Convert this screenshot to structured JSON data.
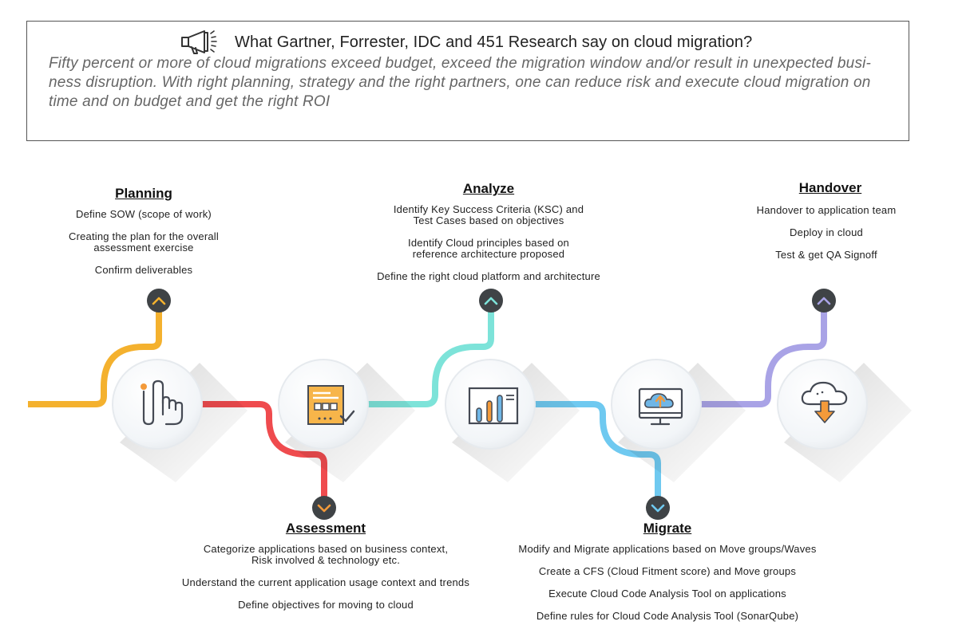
{
  "header": {
    "title": "What Gartner, Forrester, IDC and 451 Research say on cloud migration?",
    "quote_lines": [
      "Fifty percent or more of cloud migrations exceed budget, exceed the migration window and/or result in unexpected busi-",
      "ness disruption. With right planning, strategy and the right partners, one can reduce risk and execute cloud migration on",
      "time and on budget and get the right ROI"
    ]
  },
  "stages": {
    "planning": {
      "title": "Planning",
      "items": [
        [
          "Define SOW (scope of work)"
        ],
        [
          "Creating the plan for the overall",
          "assessment exercise"
        ],
        [
          "Confirm deliverables"
        ]
      ]
    },
    "assessment": {
      "title": "Assessment",
      "items": [
        [
          "Categorize applications based on business context,",
          "Risk involved & technology etc."
        ],
        [
          "Understand the current application usage context and trends"
        ],
        [
          "Define objectives for moving to cloud"
        ]
      ]
    },
    "analyze": {
      "title": "Analyze",
      "items": [
        [
          "Identify Key Success Criteria (KSC) and",
          "Test Cases based on objectives"
        ],
        [
          "Identify Cloud principles based on",
          "reference architecture proposed"
        ],
        [
          "Define the right cloud platform and architecture"
        ]
      ]
    },
    "migrate": {
      "title": "Migrate",
      "items": [
        [
          "Modify and Migrate applications based on Move groups/Waves"
        ],
        [
          "Create a CFS (Cloud Fitment score) and Move groups"
        ],
        [
          "Execute Cloud Code Analysis Tool on applications"
        ],
        [
          "Define rules for Cloud Code Analysis Tool (SonarQube)"
        ]
      ]
    },
    "handover": {
      "title": "Handover",
      "items": [
        [
          "Handover to application team"
        ],
        [
          "Deploy in cloud"
        ],
        [
          "Test & get QA Signoff"
        ]
      ]
    }
  },
  "colors": {
    "planning": "#f4b12e",
    "assessment": "#ef4b4e",
    "analyze": "#7de3d9",
    "migrate": "#6fc9f0",
    "handover": "#a9a3e6",
    "badge": "#3f4346",
    "icon_stroke": "#454a54",
    "icon_orange": "#f39a3a",
    "icon_blue": "#6fb6e6"
  },
  "icons": [
    "touch-gesture-icon",
    "checklist-document-icon",
    "bar-chart-icon",
    "cloud-upload-monitor-icon",
    "cloud-download-icon"
  ]
}
